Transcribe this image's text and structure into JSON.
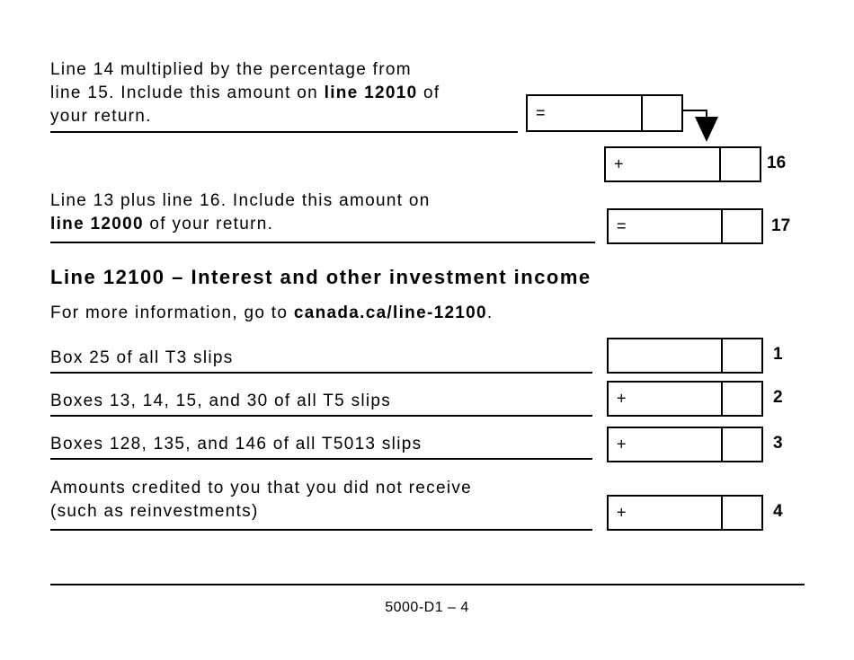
{
  "line16_calc": {
    "text_part1": "Line 14 multiplied by the percentage from",
    "text_part2": "line 15. Include this amount on ",
    "text_bold": "line 12010",
    "text_part3": " of",
    "text_part4": "your return.",
    "operator": "="
  },
  "line16": {
    "operator": "+",
    "number": "16"
  },
  "line17": {
    "text_part1": "Line 13 plus line 16. Include this amount on",
    "text_bold": "line 12000",
    "text_part2": " of your return.",
    "operator": "=",
    "number": "17"
  },
  "section": {
    "heading": "Line 12100 – Interest and other investment income",
    "info_prefix": "For more information, go to ",
    "info_link": "canada.ca/line-12100",
    "info_suffix": "."
  },
  "lines": [
    {
      "label": "Box 25 of all T3 slips",
      "operator": "",
      "number": "1"
    },
    {
      "label": "Boxes 13, 14, 15, and 30 of all T5 slips",
      "operator": "+",
      "number": "2"
    },
    {
      "label": "Boxes 128, 135, and 146 of all T5013 slips",
      "operator": "+",
      "number": "3"
    },
    {
      "label_line1": "Amounts credited to you that you did not receive",
      "label_line2": "(such as reinvestments)",
      "operator": "+",
      "number": "4"
    }
  ],
  "footer": {
    "page_label": "5000-D1 – 4"
  }
}
